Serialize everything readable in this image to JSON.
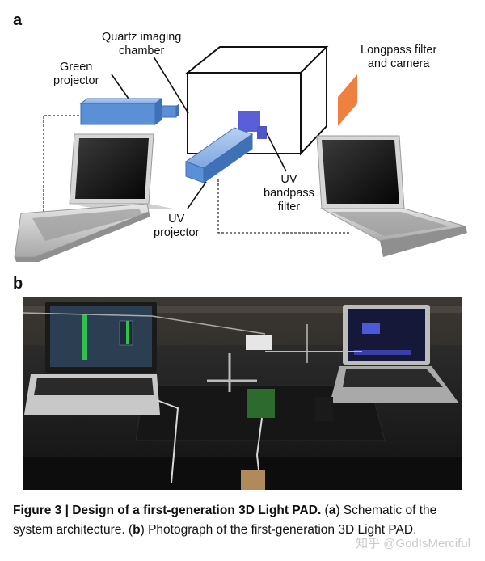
{
  "figure": {
    "panel_a_label": "a",
    "panel_b_label": "b",
    "schematic_labels": {
      "quartz_chamber_line1": "Quartz imaging",
      "quartz_chamber_line2": "chamber",
      "green_projector_line1": "Green",
      "green_projector_line2": "projector",
      "longpass_line1": "Longpass filter",
      "longpass_line2": "and camera",
      "uv_projector_line1": "UV",
      "uv_projector_line2": "projector",
      "uv_bandpass_line1": "UV",
      "uv_bandpass_line2": "bandpass",
      "uv_bandpass_line3": "filter"
    },
    "colors": {
      "projector_blue": "#5b8fd6",
      "uv_filter": "#5a5fd8",
      "longpass_orange": "#f08040"
    },
    "caption": {
      "figure_number": "Figure 3 | Design of a first-generation 3D Light PAD.",
      "open_a": " (",
      "ref_a": "a",
      "text_a": ") Schematic of the system architecture. (",
      "ref_b": "b",
      "text_b": ") Photograph of the first-generation 3D Light PAD."
    },
    "watermark": "知乎 @GodIsMerciful"
  }
}
